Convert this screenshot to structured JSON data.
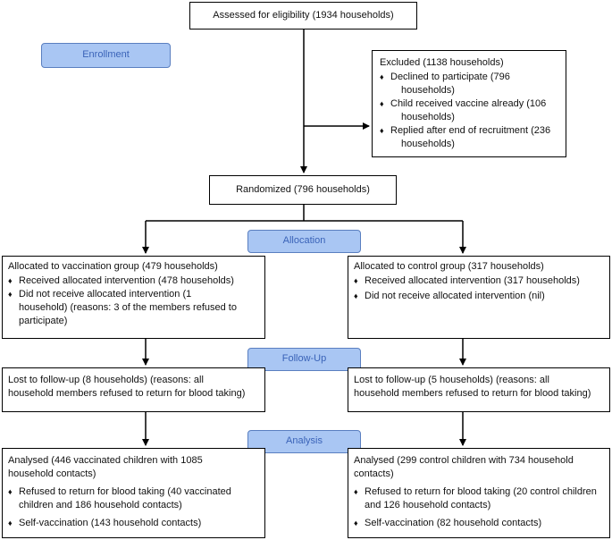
{
  "stages": {
    "enrollment": "Enrollment",
    "allocation": "Allocation",
    "followup": "Follow-Up",
    "analysis": "Analysis"
  },
  "assessed": "Assessed for eligibility (1934 households)",
  "excluded": {
    "header": "Excluded (1138 households)",
    "items": [
      {
        "line1": "Declined to participate (796",
        "line2": "households)"
      },
      {
        "line1": "Child received vaccine already (106",
        "line2": "households)"
      },
      {
        "line1": "Replied after end of recruitment (236",
        "line2": "households)"
      }
    ]
  },
  "randomized": "Randomized (796 households)",
  "vacc_alloc": {
    "header": "Allocated to vaccination group (479 households)",
    "items": [
      {
        "lines": [
          "Received allocated intervention (478 households)"
        ]
      },
      {
        "lines": [
          "Did not receive allocated intervention (1",
          "household) (reasons: 3 of the members refused to",
          "participate)"
        ]
      }
    ]
  },
  "ctrl_alloc": {
    "header": "Allocated to control group (317 households)",
    "items": [
      {
        "lines": [
          "Received allocated intervention (317 households)"
        ]
      },
      {
        "lines": [
          "Did not receive allocated intervention (nil)"
        ]
      }
    ]
  },
  "vacc_followup": {
    "line1": "Lost to follow-up (8 households) (reasons: all",
    "line2": "household members refused to return for blood taking)"
  },
  "ctrl_followup": {
    "line1": "Lost to follow-up (5 households) (reasons: all",
    "line2": "household members refused to return for blood taking)"
  },
  "vacc_analysis": {
    "header1": "Analysed (446 vaccinated children with 1085",
    "header2": "household contacts)",
    "items": [
      {
        "lines": [
          "Refused to return for blood taking (40 vaccinated",
          "children and 186 household contacts)"
        ]
      },
      {
        "lines": [
          "Self-vaccination (143 household contacts)"
        ]
      }
    ]
  },
  "ctrl_analysis": {
    "header1": "Analysed (299 control children with 734 household",
    "header2": "contacts)",
    "items": [
      {
        "lines": [
          "Refused to return for blood taking (20 control children",
          "and 126 household contacts)"
        ]
      },
      {
        "lines": [
          "Self-vaccination (82 household contacts)"
        ]
      }
    ]
  },
  "bullet_glyph": "♦"
}
